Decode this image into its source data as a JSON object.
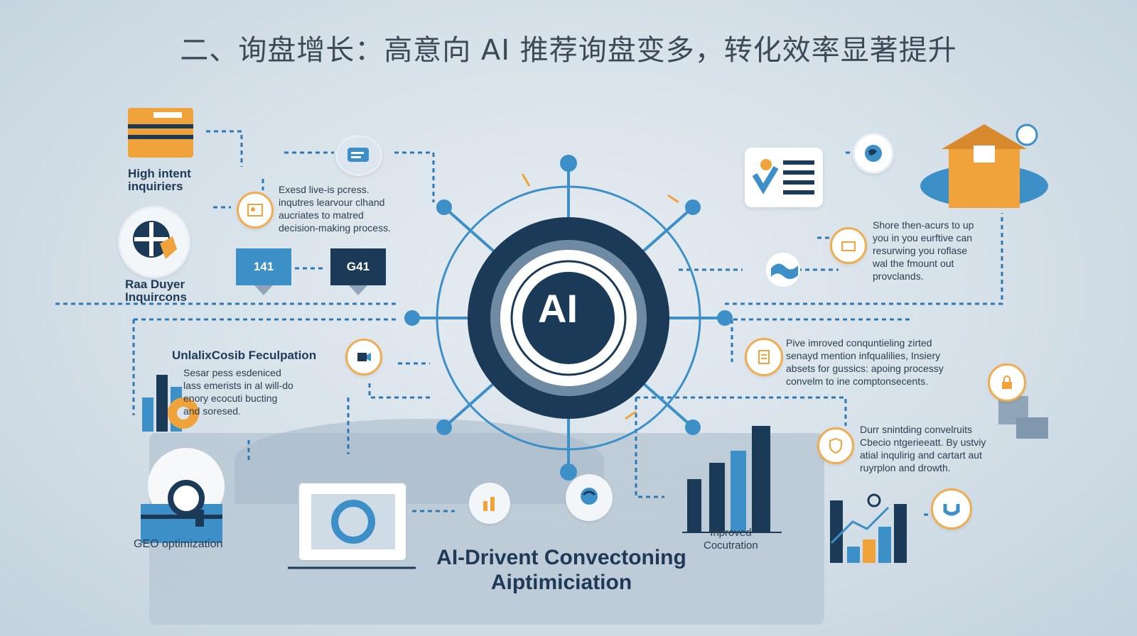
{
  "title": "二、询盘增长：高意向 AI 推荐询盘变多，转化效率显著提升",
  "center": {
    "label": "AI"
  },
  "left": {
    "high_intent": "High intent\ninquiriers",
    "real_buyer": "Raa Duyer\nInquircons",
    "callout1": "Exesd live-is pcress.\ninqutres learvour clhand\naucriates to matred\ndecision-making process.",
    "tag_a": "141",
    "tag_b": "G41",
    "section_title": "UnlalixCosib Feculpation",
    "section_body": "Sesar pess esdeniced\nlass emerists in al will-do\nenory ecocuti bucting\nand soresed.",
    "geo": "GEO optimization"
  },
  "right": {
    "callout1": "Shore then-acurs to up\nyou in you eurftive can\nresurwing you roflase\nwal the fmount out\nprovclands.",
    "callout2": "Pive imroved conquntieling zirted\nsenayd mention infqualilies, Insiery\nabsets for gussics: apoing processy\nconvelm to ine comptonsecents.",
    "callout3": "Durr snintding convelruits\nCbecio ntgerieeatt. By ustviy\natial inqulirig and cartart aut\nruyrplon and drowth.",
    "improved": "Inproved\nCocutration"
  },
  "bottom_title": "AI-Drivent Convectoning\nAiptimiciation",
  "colors": {
    "navy": "#1b3a58",
    "blue": "#3d8fc8",
    "orange": "#f0a33b",
    "steel": "#7f98ae"
  },
  "icons": [
    "document-icon",
    "target-hand-icon",
    "user-card-icon",
    "gear-chart-icon",
    "search-icon",
    "laptop-cycle-icon",
    "globe-icon",
    "house-cloud-icon",
    "lock-icon",
    "bar-chart-icon"
  ]
}
